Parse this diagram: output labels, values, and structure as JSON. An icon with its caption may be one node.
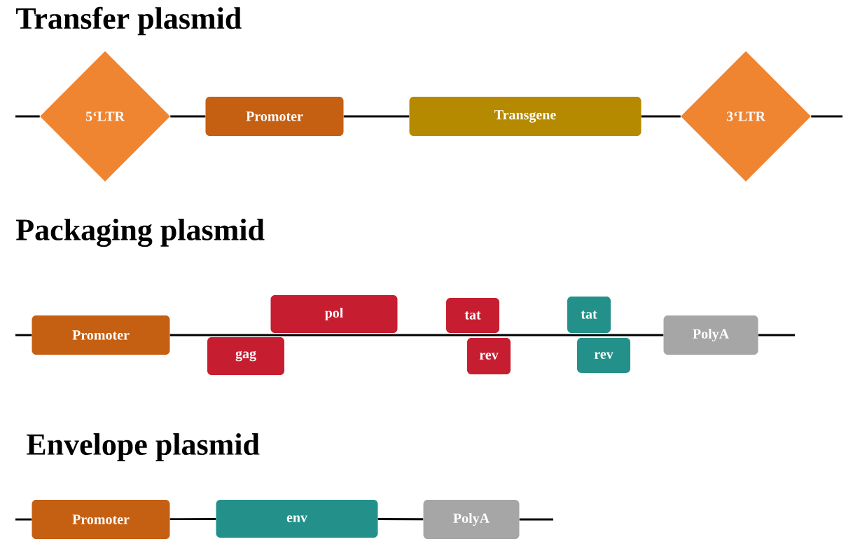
{
  "diagram": {
    "nodes": [
      {
        "text": [
          "5‘LTR"
        ]
      },
      {
        "text": [
          "Promoter"
        ]
      },
      {
        "text": [
          "Transgene"
        ]
      },
      {
        "text": [
          "3‘LTR"
        ]
      },
      {
        "text": [
          "Promoter"
        ]
      },
      {
        "text": [
          "gag"
        ]
      },
      {
        "text": [
          "pol"
        ]
      },
      {
        "text": [
          "tat"
        ]
      },
      {
        "text": [
          "rev"
        ]
      },
      {
        "text": [
          "tat"
        ]
      },
      {
        "text": [
          "rev"
        ]
      },
      {
        "text": [
          "PolyA"
        ]
      },
      {
        "text": [
          "Promoter"
        ]
      },
      {
        "text": [
          "env"
        ]
      },
      {
        "text": [
          "PolyA"
        ]
      }
    ],
    "edges": [
      {
        "from": null,
        "to": 0,
        "arrow": "none"
      },
      {
        "from": 0,
        "to": 1,
        "arrow": "none"
      },
      {
        "from": 1,
        "to": 2,
        "arrow": "none"
      },
      {
        "from": 2,
        "to": 3,
        "arrow": "none"
      },
      {
        "from": 3,
        "to": null,
        "arrow": "none"
      },
      {
        "from": null,
        "to": 4,
        "arrow": "none"
      },
      {
        "from": 4,
        "to": 11,
        "arrow": "none"
      },
      {
        "from": 11,
        "to": null,
        "arrow": "none"
      },
      {
        "from": null,
        "to": 12,
        "arrow": "none"
      },
      {
        "from": 12,
        "to": 13,
        "arrow": "none"
      },
      {
        "from": 13,
        "to": 14,
        "arrow": "none"
      },
      {
        "from": 14,
        "to": null,
        "arrow": "none"
      }
    ],
    "labels": [
      "Transfer plasmid",
      "Packaging plasmid",
      "Envelope plasmid"
    ]
  }
}
